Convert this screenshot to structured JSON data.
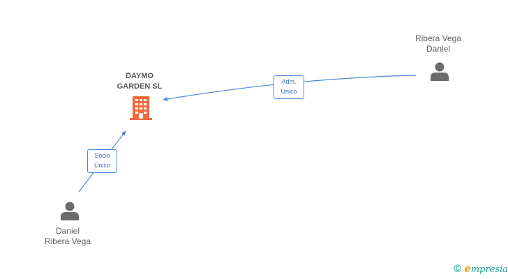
{
  "nodes": {
    "company": {
      "name_line1": "DAYMO",
      "name_line2": "GARDEN SL",
      "icon": "building-icon",
      "color": "#f26a3b"
    },
    "person_top_right": {
      "line1": "Ribera Vega",
      "line2": "Daniel",
      "icon": "person-icon"
    },
    "person_bottom_left": {
      "line1": "Daniel",
      "line2": "Ribera Vega",
      "icon": "person-icon"
    }
  },
  "edges": {
    "adm_unico": {
      "line1": "Adm.",
      "line2": "Unico"
    },
    "socio_unico": {
      "line1": "Socio",
      "line2": "Único"
    }
  },
  "colors": {
    "edge": "#4a86d8",
    "person": "#6b6b6b",
    "brand": "#1aa39a",
    "brand_accent": "#f39c12"
  },
  "footer": {
    "copyright_symbol": "©",
    "brand_first_letter": "e",
    "brand_rest": "mpresia"
  }
}
